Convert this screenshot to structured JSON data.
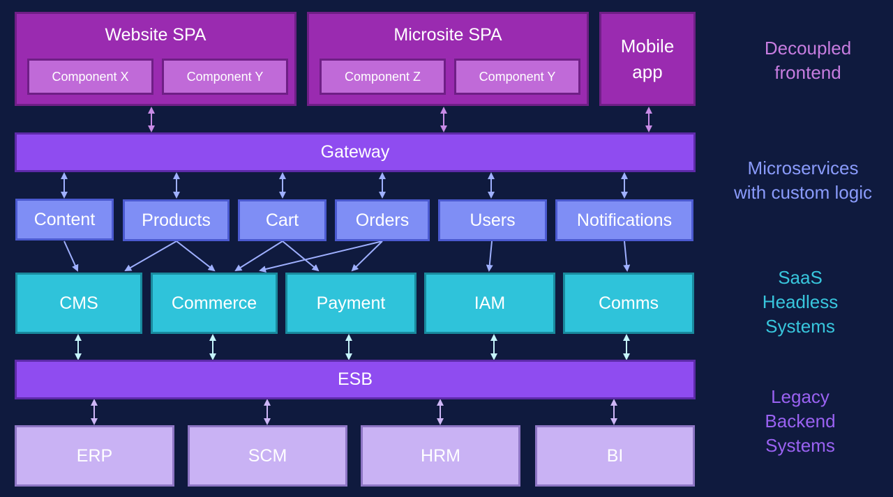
{
  "frontend": {
    "website": {
      "title": "Website SPA",
      "components": [
        "Component X",
        "Component Y"
      ]
    },
    "microsite": {
      "title": "Microsite SPA",
      "components": [
        "Component Z",
        "Component Y"
      ]
    },
    "mobile": {
      "line1": "Mobile",
      "line2": "app"
    }
  },
  "gateway": "Gateway",
  "microservices": [
    "Content",
    "Products",
    "Cart",
    "Orders",
    "Users",
    "Notifications"
  ],
  "saas": [
    "CMS",
    "Commerce",
    "Payment",
    "IAM",
    "Comms"
  ],
  "esb": "ESB",
  "legacy": [
    "ERP",
    "SCM",
    "HRM",
    "BI"
  ],
  "layer_labels": {
    "frontend": {
      "line1": "Decoupled",
      "line2": "frontend",
      "color": "#c77de0"
    },
    "microservices": {
      "line1": "Microservices",
      "line2": "with custom logic",
      "color": "#8a9bfb"
    },
    "saas": {
      "line1": "SaaS",
      "line2": "Headless",
      "line3": "Systems",
      "color": "#38c6dd"
    },
    "legacy": {
      "line1": "Legacy",
      "line2": "Backend",
      "line3": "Systems",
      "color": "#9a62f2"
    }
  },
  "colors": {
    "background": "#0f1a3e",
    "frontend": "#9a2bb0",
    "bar": "#8f4cf0",
    "microservice": "#7f8ef5",
    "saas": "#2fc3da",
    "legacy": "#c9b2f4"
  }
}
